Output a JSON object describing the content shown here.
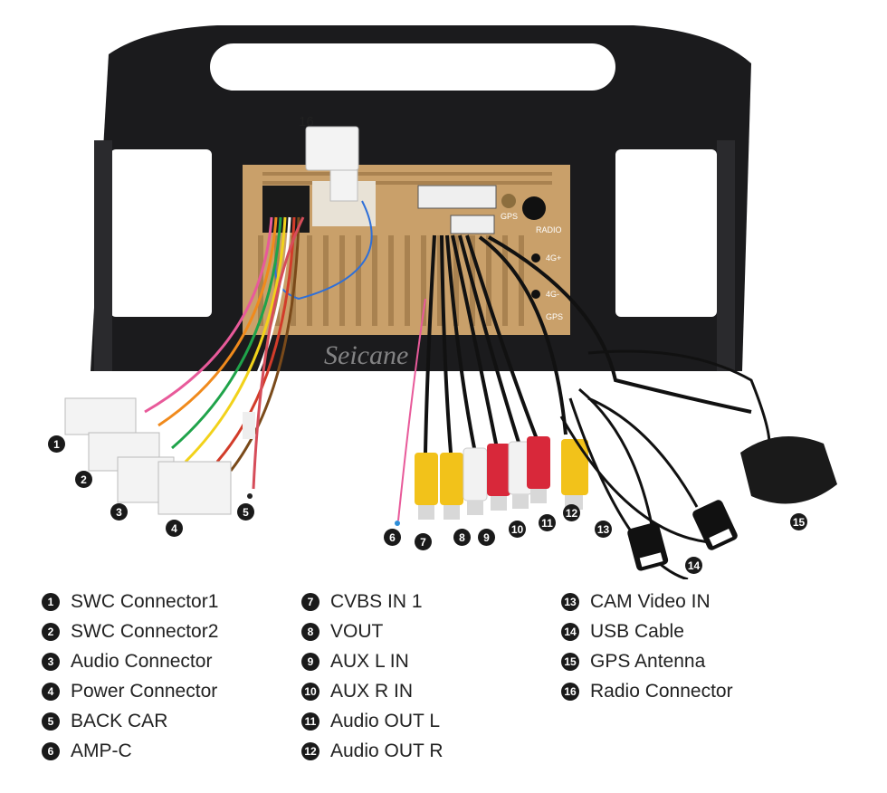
{
  "callouts": [
    {
      "num": "1",
      "label": "SWC Connector1"
    },
    {
      "num": "2",
      "label": "SWC Connector2"
    },
    {
      "num": "3",
      "label": "Audio Connector"
    },
    {
      "num": "4",
      "label": "Power Connector"
    },
    {
      "num": "5",
      "label": "BACK CAR"
    },
    {
      "num": "6",
      "label": "AMP-C"
    },
    {
      "num": "7",
      "label": "CVBS IN 1"
    },
    {
      "num": "8",
      "label": "VOUT"
    },
    {
      "num": "9",
      "label": "AUX L IN"
    },
    {
      "num": "10",
      "label": "AUX R IN"
    },
    {
      "num": "11",
      "label": "Audio OUT L"
    },
    {
      "num": "12",
      "label": "Audio OUT R"
    },
    {
      "num": "13",
      "label": "CAM Video IN"
    },
    {
      "num": "14",
      "label": "USB Cable"
    },
    {
      "num": "15",
      "label": "GPS Antenna"
    },
    {
      "num": "16",
      "label": "Radio Connector"
    }
  ],
  "panel_labels": {
    "gps": "GPS",
    "radio": "RADIO",
    "g4a": "4G+",
    "g4b": "4G-",
    "gps2": "GPS"
  },
  "watermark": "Seicane",
  "colors": {
    "bezel": "#1b1b1d",
    "chassis": "#c9a06a",
    "rca_yellow": "#f2c21a",
    "rca_red": "#d8283a",
    "rca_white": "#f2f2f2"
  }
}
